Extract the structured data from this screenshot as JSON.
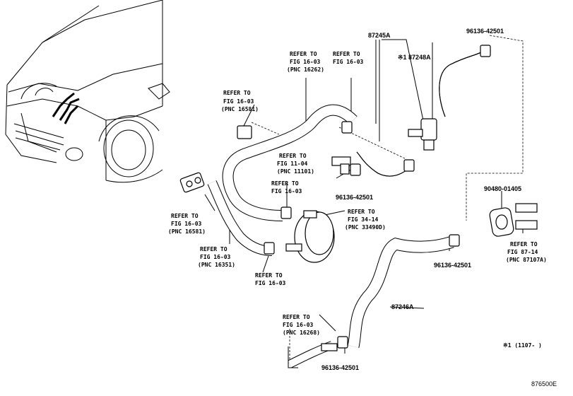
{
  "diagram": {
    "figure_code": "876500E",
    "footnote": "※1 (1107-      )",
    "part_numbers": {
      "top_hose_assy": "87245A",
      "bottom_hose_assy": "87246A",
      "clamp_top": "96136-42501",
      "clamp_mid": "96136-42501",
      "clamp_right": "96136-42501",
      "clamp_bottom": "96136-42501",
      "valve": "※1 87248A",
      "grommet": "90480-01405"
    },
    "refs": [
      {
        "l1": "REFER TO",
        "l2": "FIG 16-03",
        "l3": "(PNC 16262)"
      },
      {
        "l1": "REFER TO",
        "l2": "FIG 16-03",
        "l3": ""
      },
      {
        "l1": "REFER TO",
        "l2": "FIG 16-03",
        "l3": "(PNC 16581)"
      },
      {
        "l1": "REFER TO",
        "l2": "FIG 11-04",
        "l3": "(PNC 11101)"
      },
      {
        "l1": "REFER TO",
        "l2": "FIG 16-03",
        "l3": ""
      },
      {
        "l1": "REFER TO",
        "l2": "FIG 16-03",
        "l3": "(PNC 16581)"
      },
      {
        "l1": "REFER TO",
        "l2": "FIG 34-14",
        "l3": "(PNC 33490D)"
      },
      {
        "l1": "REFER TO",
        "l2": "FIG 16-03",
        "l3": "(PNC 16351)"
      },
      {
        "l1": "REFER TO",
        "l2": "FIG 16-03",
        "l3": ""
      },
      {
        "l1": "REFER TO",
        "l2": "FIG 87-14",
        "l3": "(PNC 87107A)"
      },
      {
        "l1": "REFER TO",
        "l2": "FIG 16-03",
        "l3": "(PNC 16268)"
      }
    ]
  }
}
